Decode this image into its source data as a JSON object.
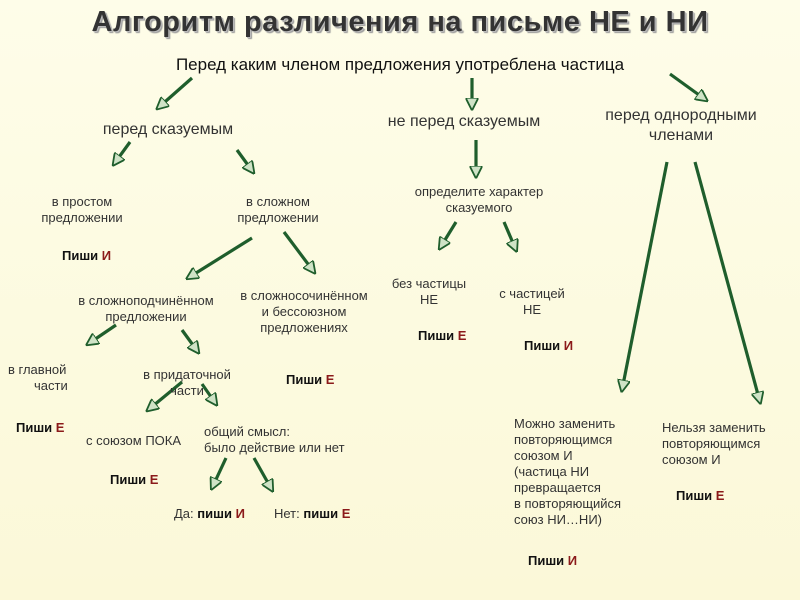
{
  "title": "Алгоритм различения на письме НЕ и НИ",
  "question": "Перед каким членом предложения употреблена частица",
  "branches": {
    "predicate": "перед сказуемым",
    "not_predicate": "не перед сказуемым",
    "homogeneous_1": "перед однородными",
    "homogeneous_2": "членами"
  },
  "nodes": {
    "simple_1": "в простом",
    "simple_2": "предложении",
    "complex_1": "в сложном",
    "complex_2": "предложении",
    "subordinate_1": "в сложноподчинённом",
    "subordinate_2": "предложении",
    "compound_1": "в сложносочинённом",
    "compound_2": "и бессоюзном",
    "compound_3": "предложениях",
    "main_clause_1": "в главной",
    "main_clause_2": "части",
    "sub_clause_1": "в придаточной",
    "sub_clause_2": "части",
    "poka": "с союзом ПОКА",
    "meaning_1": "общий смысл:",
    "meaning_2": "было действие или нет",
    "yes": "Да:",
    "no": "Нет:",
    "define_1": "определите характер",
    "define_2": "сказуемого",
    "no_particle_1": "без частицы",
    "no_particle_2": "НЕ",
    "with_particle_1": "с частицей",
    "with_particle_2": "НЕ",
    "can_replace": [
      "Можно заменить",
      "повторяющимся",
      "союзом И",
      "(частица НИ",
      "превращается",
      "в повторяющийся",
      "союз НИ…НИ)"
    ],
    "cannot_replace": [
      "Нельзя заменить",
      "повторяющимся",
      "союзом И"
    ]
  },
  "write_word": "Пиши",
  "write_word_lower": "пиши",
  "letters": {
    "i": "И",
    "e": "Е"
  },
  "colors": {
    "arrow": "#1f5e2c",
    "arrow_fill": "#2e7d32",
    "letter": "#8b1a1a"
  }
}
